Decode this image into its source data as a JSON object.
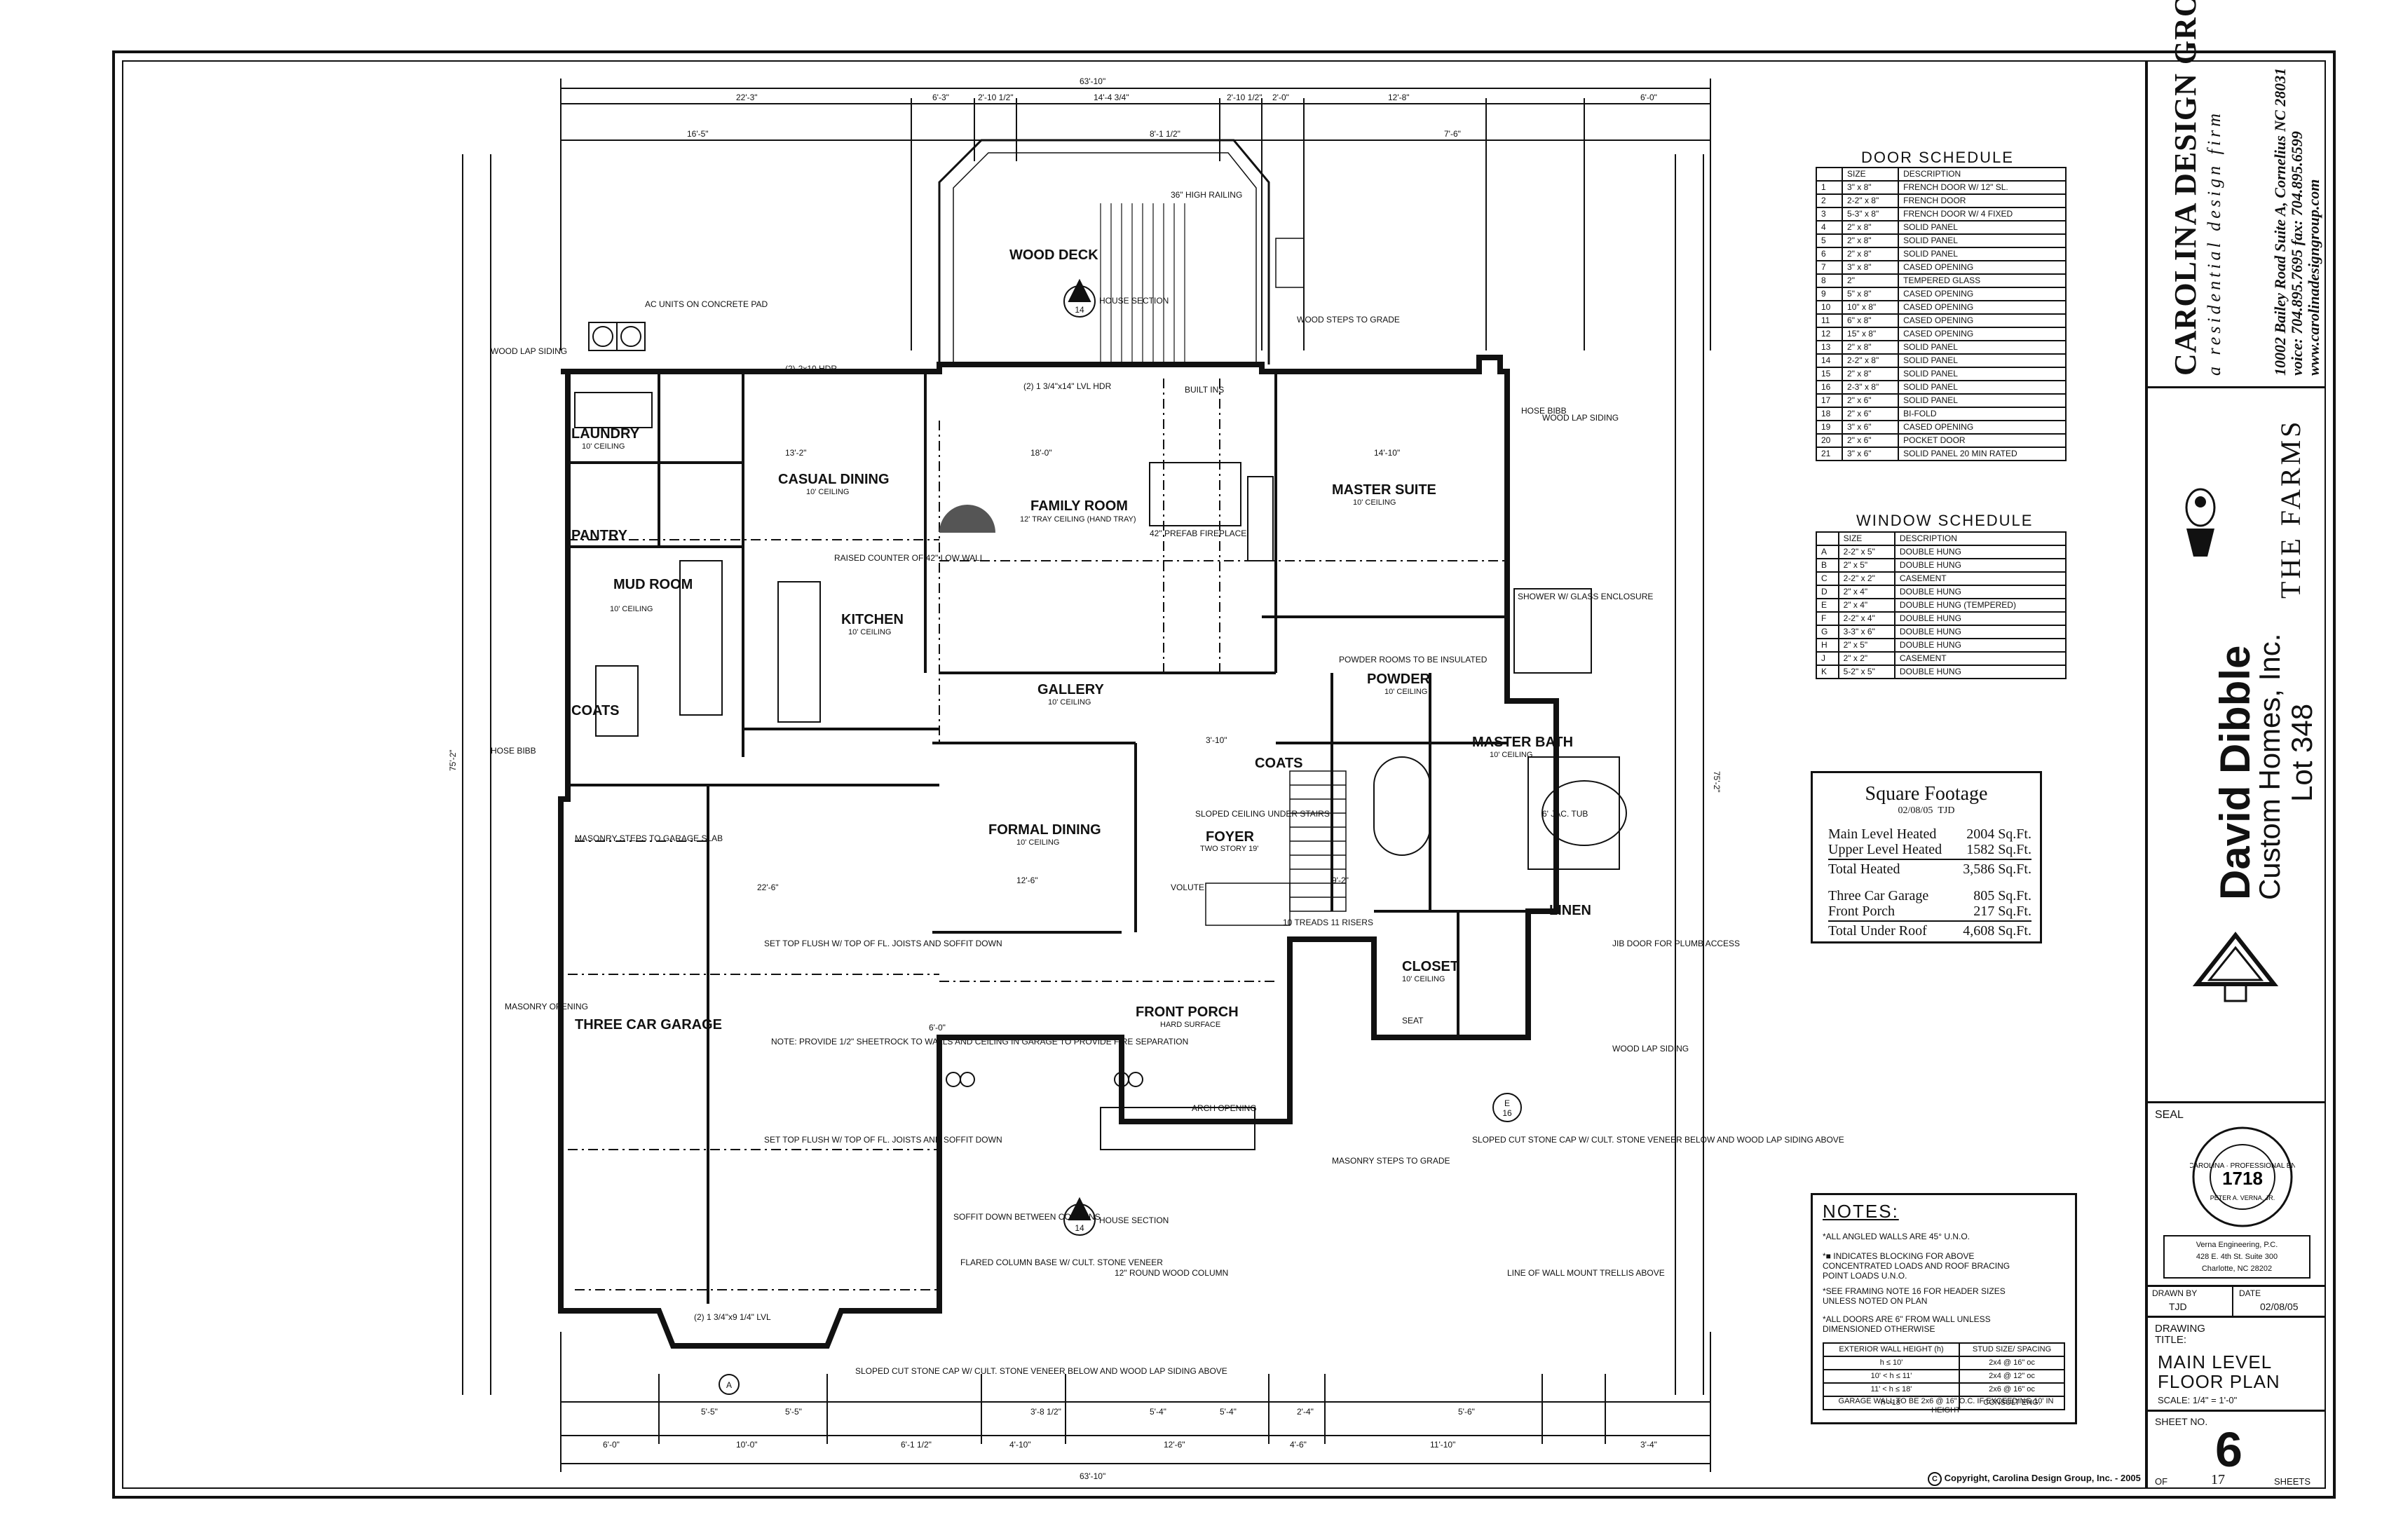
{
  "firm": {
    "name": "CAROLINA DESIGN GROUP",
    "tagline": "a residential design firm",
    "address": "10002 Bailey Road Suite A, Cornelius NC 28031",
    "phone": "voice: 704.895.7695  fax: 704.895.6599",
    "web": "www.carolinadesigngroup.com"
  },
  "client": {
    "name": "David Dibble",
    "company": "Custom Homes, Inc.",
    "lot": "Lot 348",
    "community": "THE FARMS"
  },
  "seal": {
    "label": "SEAL",
    "number": "1718",
    "ring_text": "NORTH CAROLINA · PROFESSIONAL ENGINEER",
    "engineer_name": "PETER A. VERNA, JR.",
    "engineer_firm": "Verna Engineering, P.C.",
    "engineer_addr1": "428 E. 4th St. Suite 300",
    "engineer_addr2": "Charlotte, NC 28202"
  },
  "title_block": {
    "drawn_by_label": "DRAWN BY",
    "drawn_by": "TJD",
    "date_label": "DATE",
    "date": "02/08/05",
    "drawing_title_label": "DRAWING TITLE:",
    "drawing_title_1": "MAIN LEVEL",
    "drawing_title_2": "FLOOR PLAN",
    "scale": "SCALE: 1/4\" = 1'-0\"",
    "sheet_no_label": "SHEET NO.",
    "sheet_no": "6",
    "of_label": "OF",
    "of_count": "17",
    "sheets_label": "SHEETS"
  },
  "copyright": "Copyright, Carolina Design Group, Inc. - 2005",
  "door_schedule": {
    "title": "DOOR SCHEDULE",
    "headers": [
      "",
      "SIZE",
      "DESCRIPTION"
    ],
    "rows": [
      [
        "1",
        "3\" x 8\"",
        "FRENCH DOOR W/ 12\" SL."
      ],
      [
        "2",
        "2-2\" x 8\"",
        "FRENCH DOOR"
      ],
      [
        "3",
        "5-3\" x 8\"",
        "FRENCH DOOR W/ 4 FIXED"
      ],
      [
        "4",
        "2\" x 8\"",
        "SOLID PANEL"
      ],
      [
        "5",
        "2\" x 8\"",
        "SOLID PANEL"
      ],
      [
        "6",
        "2\" x 8\"",
        "SOLID PANEL"
      ],
      [
        "7",
        "3\" x 8\"",
        "CASED OPENING"
      ],
      [
        "8",
        "2\"",
        "TEMPERED GLASS"
      ],
      [
        "9",
        "5\" x 8\"",
        "CASED OPENING"
      ],
      [
        "10",
        "10\" x 8\"",
        "CASED OPENING"
      ],
      [
        "11",
        "6\" x 8\"",
        "CASED OPENING"
      ],
      [
        "12",
        "15\" x 8\"",
        "CASED OPENING"
      ],
      [
        "13",
        "2\" x 8\"",
        "SOLID PANEL"
      ],
      [
        "14",
        "2-2\" x 8\"",
        "SOLID PANEL"
      ],
      [
        "15",
        "2\" x 8\"",
        "SOLID PANEL"
      ],
      [
        "16",
        "2-3\" x 8\"",
        "SOLID PANEL"
      ],
      [
        "17",
        "2\" x 6\"",
        "SOLID PANEL"
      ],
      [
        "18",
        "2\" x 6\"",
        "BI-FOLD"
      ],
      [
        "19",
        "3\" x 6\"",
        "CASED OPENING"
      ],
      [
        "20",
        "2\" x 6\"",
        "POCKET DOOR"
      ],
      [
        "21",
        "3\" x 6\"",
        "SOLID PANEL 20 MIN RATED"
      ]
    ]
  },
  "window_schedule": {
    "title": "WINDOW SCHEDULE",
    "headers": [
      "",
      "SIZE",
      "DESCRIPTION"
    ],
    "rows": [
      [
        "A",
        "2-2\" x 5\"",
        "DOUBLE HUNG"
      ],
      [
        "B",
        "2\" x 5\"",
        "DOUBLE HUNG"
      ],
      [
        "C",
        "2-2\" x 2\"",
        "CASEMENT"
      ],
      [
        "D",
        "2\" x 4\"",
        "DOUBLE HUNG"
      ],
      [
        "E",
        "2\" x 4\"",
        "DOUBLE HUNG (TEMPERED)"
      ],
      [
        "F",
        "2-2\" x 4\"",
        "DOUBLE HUNG"
      ],
      [
        "G",
        "3-3\" x 6\"",
        "DOUBLE HUNG"
      ],
      [
        "H",
        "2\" x 5\"",
        "DOUBLE HUNG"
      ],
      [
        "J",
        "2\" x 2\"",
        "CASEMENT"
      ],
      [
        "K",
        "5-2\" x 5\"",
        "DOUBLE HUNG"
      ]
    ]
  },
  "square_footage": {
    "title": "Square Footage",
    "date": "02/08/05",
    "initials": "TJD",
    "rows": [
      [
        "Main Level Heated",
        "2004 Sq.Ft."
      ],
      [
        "Upper Level Heated",
        "1582 Sq.Ft."
      ],
      [
        "Total Heated",
        "3,586 Sq.Ft."
      ],
      [
        "Three Car Garage",
        "805 Sq.Ft."
      ],
      [
        "Front Porch",
        "217 Sq.Ft."
      ],
      [
        "Total Under Roof",
        "4,608 Sq.Ft."
      ]
    ]
  },
  "notes": {
    "title": "NOTES:",
    "items": [
      "*ALL ANGLED WALLS ARE 45° U.N.O.",
      "*■ INDICATES BLOCKING FOR ABOVE CONCENTRATED LOADS AND ROOF BRACING POINT LOADS U.N.O.",
      "*SEE FRAMING NOTE 16 FOR HEADER SIZES UNLESS NOTED ON PLAN",
      "*ALL DOORS ARE 6\" FROM WALL UNLESS DIMENSIONED OTHERWISE"
    ],
    "table_headers": [
      "EXTERIOR WALL HEIGHT (h)",
      "STUD SIZE/ SPACING"
    ],
    "table_rows": [
      [
        "h ≤ 10'",
        "2x4 @ 16\" oc"
      ],
      [
        "10' < h ≤ 11'",
        "2x4 @ 12\" oc"
      ],
      [
        "11' < h ≤ 18'",
        "2x6 @ 16\" oc"
      ],
      [
        "h >18'",
        "CONSULT ENG."
      ]
    ],
    "footer": "GARAGE WALL TO BE 2x6 @ 16\" O.C. IF EXCEEDING 10' IN HEIGHT"
  },
  "rooms": [
    {
      "name": "WOOD DECK",
      "ceiling": ""
    },
    {
      "name": "LAUNDRY",
      "ceiling": "10' CEILING"
    },
    {
      "name": "CASUAL DINING",
      "ceiling": "10' CEILING"
    },
    {
      "name": "FAMILY ROOM",
      "ceiling": "12' TRAY CEILING (HAND TRAY)"
    },
    {
      "name": "MASTER SUITE",
      "ceiling": "10' CEILING"
    },
    {
      "name": "PANTRY",
      "ceiling": ""
    },
    {
      "name": "MUD ROOM",
      "ceiling": "10' CEILING"
    },
    {
      "name": "KITCHEN",
      "ceiling": "10' CEILING"
    },
    {
      "name": "GALLERY",
      "ceiling": "10' CEILING"
    },
    {
      "name": "COATS",
      "ceiling": ""
    },
    {
      "name": "POWDER",
      "ceiling": "10' CEILING"
    },
    {
      "name": "MASTER BATH",
      "ceiling": "10' CEILING"
    },
    {
      "name": "COATS",
      "ceiling": ""
    },
    {
      "name": "FORMAL DINING",
      "ceiling": "10' CEILING"
    },
    {
      "name": "FOYER",
      "ceiling": "TWO STORY 19'"
    },
    {
      "name": "LINEN",
      "ceiling": ""
    },
    {
      "name": "CLOSET",
      "ceiling": "10' CEILING"
    },
    {
      "name": "THREE CAR GARAGE",
      "ceiling": ""
    },
    {
      "name": "FRONT PORCH",
      "ceiling": "HARD SURFACE"
    }
  ],
  "annotations": {
    "ac_units": "AC UNITS ON CONCRETE PAD",
    "wood_lap": "WOOD LAP SIDING",
    "hose_bibb": "HOSE BIBB",
    "railing": "36\" HIGH RAILING",
    "house_section": "HOUSE SECTION",
    "wood_steps": "WOOD STEPS TO GRADE",
    "masonry_steps": "MASONRY STEPS TO GARAGE SLAB",
    "garage_note": "NOTE: PROVIDE 1/2\" SHEETROCK TO WALLS AND CEILING IN GARAGE TO PROVIDE FIRE SEPARATION",
    "set_top_flush": "SET TOP FLUSH W/ TOP OF FL. JOISTS AND SOFFIT DOWN",
    "lvl_top": "(2) 1 3/4\"x14\" LVL HDR",
    "lvl_bottom": "(2) 1 3/4\"x9 1/4\" LVL",
    "flared_column": "FLARED COLUMN BASE W/ CULT. STONE VENEER",
    "round_column": "12\" ROUND WOOD COLUMN",
    "sloped_cut": "SLOPED CUT STONE CAP W/ CULT. STONE VENEER BELOW AND WOOD LAP SIDING ABOVE",
    "sloped_cut_right": "SLOPED CUT STONE CAP W/ CULT. STONE VENEER BELOW AND WOOD LAP SIDING ABOVE",
    "trellis": "LINE OF WALL MOUNT TRELLIS ABOVE",
    "jib_door": "JIB DOOR FOR PLUMB ACCESS",
    "shower": "SHOWER W/ GLASS ENCLOSURE",
    "fireplace": "42\" PREFAB FIREPLACE",
    "raised_counter": "RAISED COUNTER OF 42\" LOW WALL",
    "powder_rooms": "POWDER ROOMS TO BE INSULATED",
    "masonry_steps_grade": "MASONRY STEPS TO GRADE",
    "tub": "6' JAC. TUB",
    "seat": "SEAT",
    "soffit_down": "SOFFIT DOWN BETWEEN COLUMNS",
    "sloped_ceiling": "SLOPED CEILING UNDER STAIRS",
    "treads": "10 TREADS 11 RISERS",
    "volute": "VOLUTE",
    "arch": "ARCH OPENING",
    "built_ins": "BUILT INS",
    "hdr": "(2)-2x10 HDR",
    "masonry_opening": "MASONRY OPENING"
  },
  "dimensions": {
    "overall_top": "63'-10\"",
    "overall_bottom": "63'-10\"",
    "overall_left": "75'-2\"",
    "overall_right": "75'-2\"",
    "top_row": [
      "22'-3\"",
      "6'-3\"",
      "2'-10 1/2\"",
      "14'-4 3/4\"",
      "2'-10 1/2\"",
      "2'-0\"",
      "12'-8\"",
      "6'-0\""
    ],
    "top_row2": [
      "16'-5\"",
      "8'-1 1/2\"",
      "7'-6\""
    ],
    "bottom_row": [
      "6'-0\"",
      "10'-0\"",
      "6'-1 1/2\"",
      "4'-10\"",
      "12'-6\"",
      "4'-6\"",
      "11'-10\"",
      "3'-4\""
    ],
    "bottom_row2": [
      "5'-5\"",
      "5'-5\"",
      "3'-8 1/2\"",
      "5'-4\"",
      "5'-4\"",
      "2'-4\"",
      "5'-6\""
    ],
    "interior": [
      "13'-2\"",
      "18'-0\"",
      "14'-10\"",
      "12'-6\"",
      "22'-6\"",
      "9'-2\"",
      "6'-0\"",
      "3'-10\""
    ]
  },
  "section_markers": [
    {
      "letter": "A",
      "sheet": "14"
    },
    {
      "letter": "A",
      "sheet": "14"
    },
    {
      "letter": "E",
      "sheet": "16"
    },
    {
      "letter": "A",
      "sheet": ""
    }
  ]
}
